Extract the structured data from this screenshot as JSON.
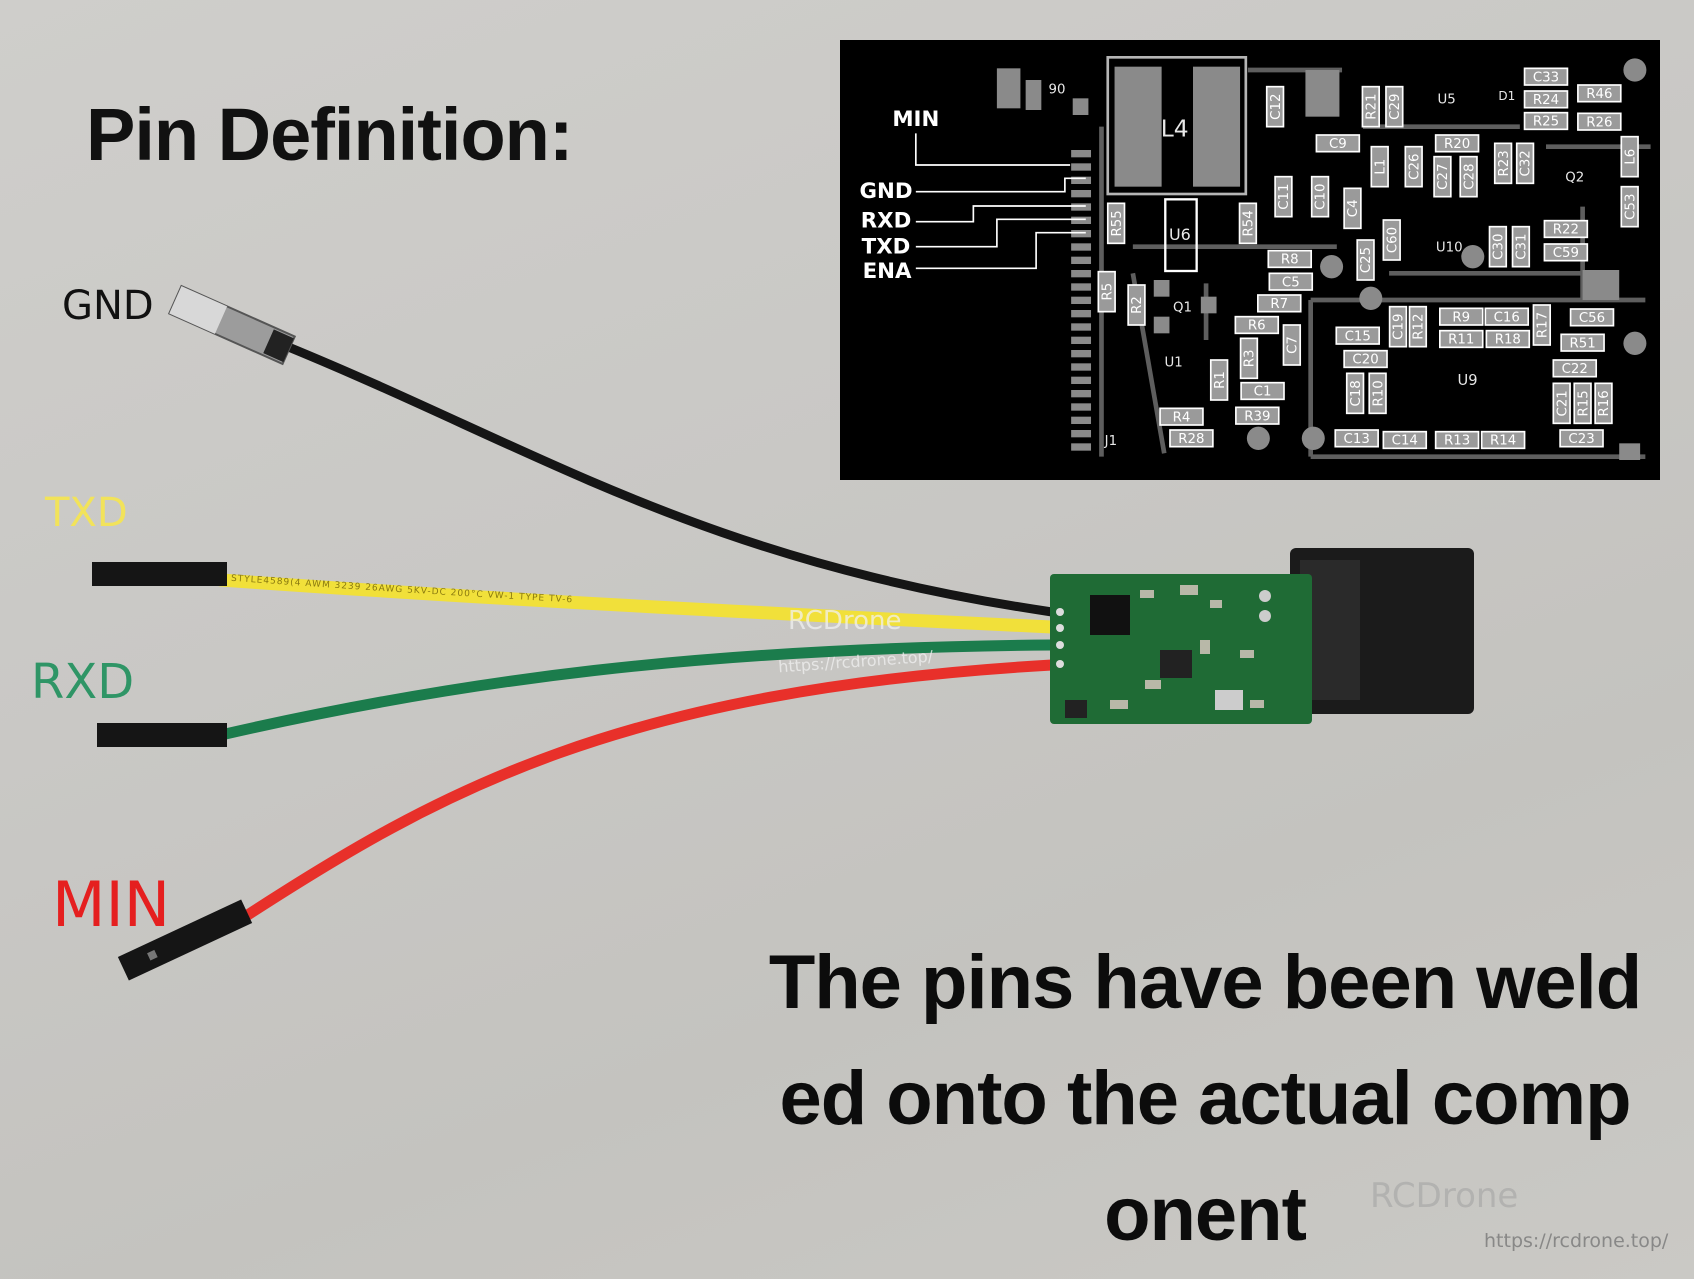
{
  "title": "Pin Definition:",
  "pin_labels": {
    "gnd": {
      "text": "GND",
      "color": "#111111"
    },
    "txd": {
      "text": "TXD",
      "color": "#f2e35a"
    },
    "rxd": {
      "text": "RXD",
      "color": "#2f9566"
    },
    "min": {
      "text": "MIN",
      "color": "#e51f1f"
    }
  },
  "wire_colors": {
    "gnd": "#151515",
    "txd": "#f1e03a",
    "rxd": "#1b7c4c",
    "min": "#e8302a"
  },
  "wire_print": "STYLE4589(4   AWM   3239   26AWG   5KV-DC   200°C   VW-1   TYPE   TV-6",
  "caption": [
    "The pins have been weld",
    "ed onto the actual comp",
    "onent"
  ],
  "watermarks": {
    "brand": "RCDrone",
    "url": "https://rcdrone.top/"
  },
  "pcb": {
    "pin_labels": [
      "MIN",
      "GND",
      "RXD",
      "TXD",
      "ENA"
    ],
    "components": [
      "C33",
      "R24",
      "R46",
      "R25",
      "R26",
      "R21",
      "C29",
      "C12",
      "C9",
      "R20",
      "L1",
      "C26",
      "C27",
      "C28",
      "R23",
      "C32",
      "L6",
      "C53",
      "C11",
      "C10",
      "C4",
      "R55",
      "R54",
      "C60",
      "C30",
      "C31",
      "R22",
      "C59",
      "C25",
      "R8",
      "C5",
      "R7",
      "R5",
      "R2",
      "R6",
      "C7",
      "R3",
      "C15",
      "C19",
      "R12",
      "R9",
      "C16",
      "R17",
      "C56",
      "R11",
      "R18",
      "R51",
      "C20",
      "C22",
      "R1",
      "C1",
      "C18",
      "R10",
      "C21",
      "R15",
      "R16",
      "R4",
      "R39",
      "R28",
      "C13",
      "C14",
      "R13",
      "R14",
      "C23"
    ],
    "designators": [
      "L4",
      "90",
      "U5",
      "D1",
      "Q2",
      "U6",
      "U10",
      "Q1",
      "U1",
      "U9",
      "J1"
    ]
  }
}
